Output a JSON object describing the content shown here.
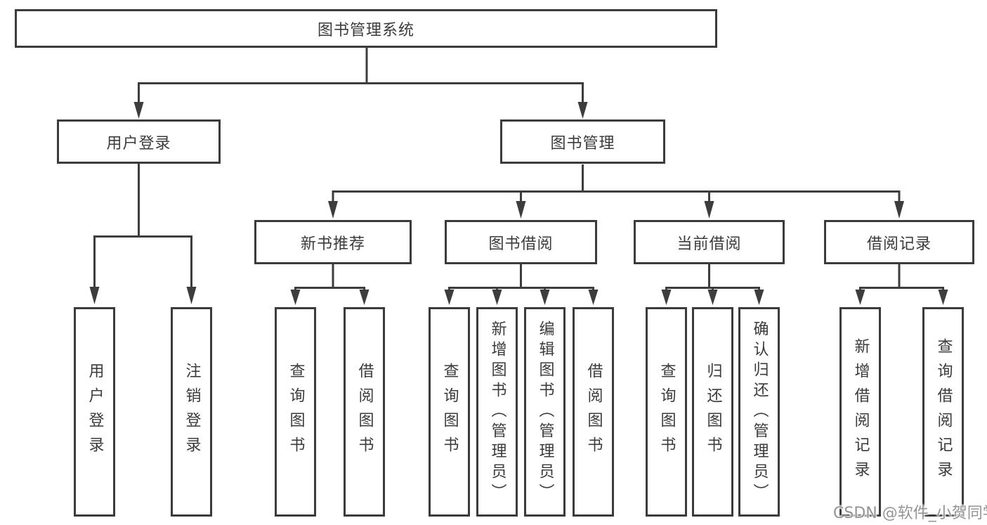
{
  "tree": {
    "label": "图书管理系统",
    "children": [
      {
        "label": "用户登录",
        "children": [
          {
            "label": "用户登录"
          },
          {
            "label": "注销登录"
          }
        ]
      },
      {
        "label": "图书管理",
        "children": [
          {
            "label": "新书推荐",
            "children": [
              {
                "label": "查询图书"
              },
              {
                "label": "借阅图书"
              }
            ]
          },
          {
            "label": "图书借阅",
            "children": [
              {
                "label": "查询图书"
              },
              {
                "label": "新增图书（管理员）"
              },
              {
                "label": "编辑图书（管理员）"
              },
              {
                "label": "借阅图书"
              }
            ]
          },
          {
            "label": "当前借阅",
            "children": [
              {
                "label": "查询图书"
              },
              {
                "label": "归还图书"
              },
              {
                "label": "确认归还（管理员）"
              }
            ]
          },
          {
            "label": "借阅记录",
            "children": [
              {
                "label": "新增借阅记录"
              },
              {
                "label": "查询借阅记录"
              }
            ]
          }
        ]
      }
    ]
  },
  "watermark": "CSDN @软件_小贺同学",
  "colors": {
    "line": "#3d3d3d",
    "border": "#3b3b3b",
    "text": "#3b3b3b",
    "watermark": "#949494",
    "background": "#ffffff"
  }
}
